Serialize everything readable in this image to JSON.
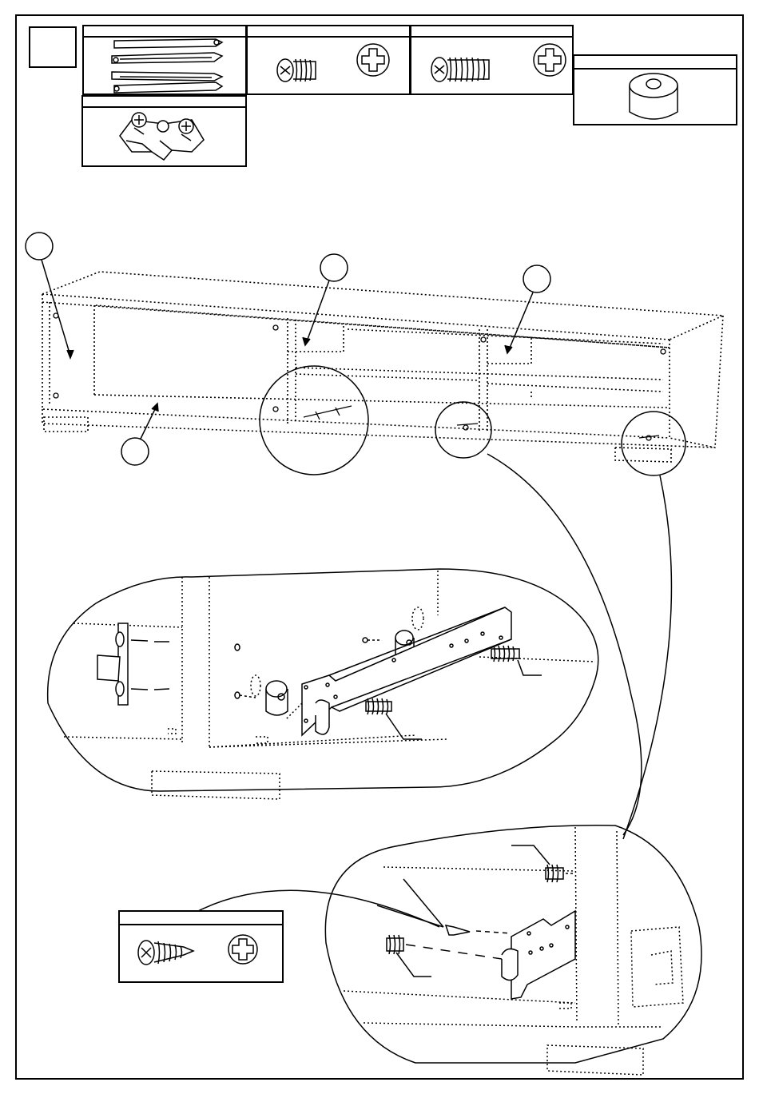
{
  "page": {
    "step_number": "",
    "note": ""
  },
  "parts_panel": {
    "items": [
      {
        "icon": "drawer-slide-pair-icon",
        "label": "",
        "qty": ""
      },
      {
        "icon": "short-euro-screw-icon",
        "label": "",
        "qty": "",
        "drive": "phillips-head-icon"
      },
      {
        "icon": "long-euro-screw-icon",
        "label": "",
        "qty": "",
        "drive": "phillips-head-icon"
      },
      {
        "icon": "spacer-bushing-icon",
        "label": "",
        "qty": ""
      },
      {
        "icon": "hinge-bracket-icon",
        "label": "",
        "qty": ""
      }
    ]
  },
  "overview": {
    "part_callouts": [
      {
        "id": "callout-left-side",
        "label": ""
      },
      {
        "id": "callout-middle-divider",
        "label": ""
      },
      {
        "id": "callout-right-divider",
        "label": ""
      },
      {
        "id": "callout-bottom-panel",
        "label": ""
      }
    ]
  },
  "detail_screw_box": {
    "icon": "wood-screw-icon",
    "drive": "phillips-head-icon",
    "qty": ""
  },
  "colors": {
    "line": "#000000",
    "paper": "#ffffff",
    "fill": "#ffffff"
  }
}
